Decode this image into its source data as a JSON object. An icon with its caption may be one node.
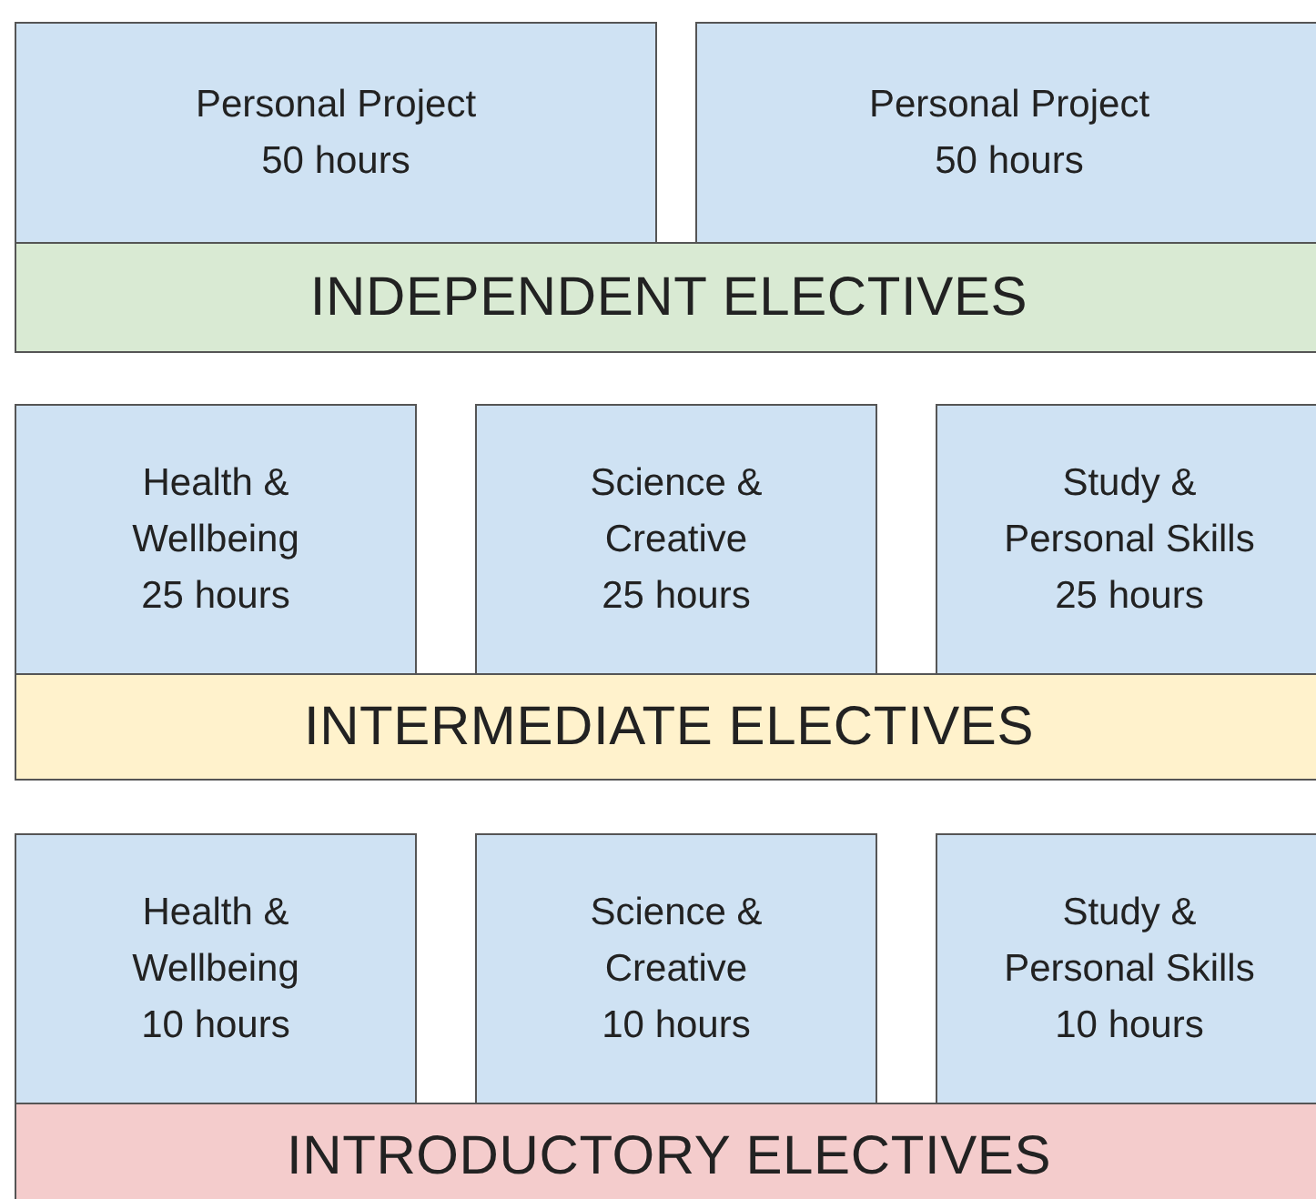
{
  "diagram": {
    "nodes": [
      {
        "text": [
          "Personal Project",
          "50 hours"
        ]
      },
      {
        "text": [
          "Personal Project",
          "50 hours"
        ]
      },
      {
        "text": [
          "INDEPENDENT ELECTIVES"
        ]
      },
      {
        "text": [
          "Health & Wellbeing",
          "25 hours"
        ]
      },
      {
        "text": [
          "Science & Creative",
          "25 hours"
        ]
      },
      {
        "text": [
          "Study & Personal Skills",
          "25 hours"
        ]
      },
      {
        "text": [
          "INTERMEDIATE ELECTIVES"
        ]
      },
      {
        "text": [
          "Health & Wellbeing",
          "10 hours"
        ]
      },
      {
        "text": [
          "Science & Creative",
          "10 hours"
        ]
      },
      {
        "text": [
          "Study & Personal Skills",
          "10 hours"
        ]
      },
      {
        "text": [
          "INTRODUCTORY ELECTIVES"
        ]
      }
    ]
  }
}
